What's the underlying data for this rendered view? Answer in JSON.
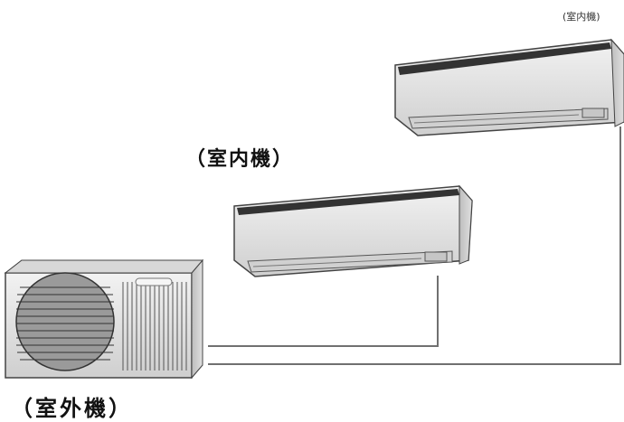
{
  "labels": {
    "indoor_unit_top": "(室内機)",
    "indoor_unit_middle": "（室内機）",
    "outdoor_unit": "（室外機）"
  },
  "colors": {
    "pipe": "#707070",
    "unit_body": "#e4e4e4",
    "unit_outline": "#444444",
    "vent_dark": "#333333"
  }
}
